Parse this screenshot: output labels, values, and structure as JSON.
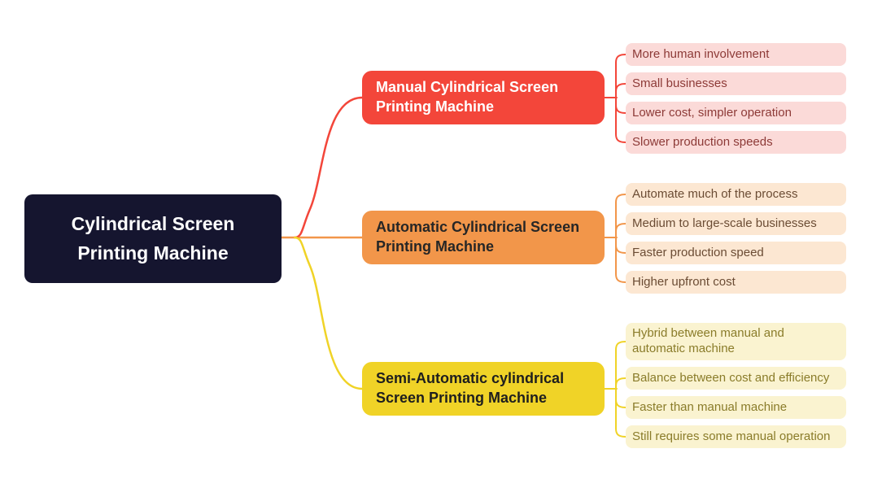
{
  "diagram": {
    "type": "mindmap",
    "background": "#ffffff",
    "root": {
      "label": "Cylindrical Screen Printing Machine",
      "bg_color": "#15152f",
      "text_color": "#ffffff"
    },
    "branches": [
      {
        "label": "Manual Cylindrical Screen Printing Machine",
        "color": "#f3463a",
        "text_color": "#ffffff",
        "leaf_bg": "#fbdad8",
        "leaf_text": "#8d3a37",
        "leaves": [
          "More human involvement",
          "Small businesses",
          "Lower cost, simpler operation",
          "Slower production speeds"
        ]
      },
      {
        "label": "Automatic Cylindrical Screen Printing Machine",
        "color": "#f2964a",
        "text_color": "#262626",
        "leaf_bg": "#fce7d2",
        "leaf_text": "#6b4c34",
        "leaves": [
          "Automate much of the process",
          "Medium to large-scale businesses",
          "Faster production speed",
          "Higher upfront cost"
        ]
      },
      {
        "label": "Semi-Automatic cylindrical Screen Printing Machine",
        "color": "#f0d327",
        "text_color": "#1e1e1e",
        "leaf_bg": "#faf3d0",
        "leaf_text": "#8a7c2a",
        "leaves": [
          "Hybrid between manual and automatic machine",
          "Balance between cost and efficiency",
          "Faster than manual machine",
          "Still requires some manual operation"
        ]
      }
    ]
  }
}
